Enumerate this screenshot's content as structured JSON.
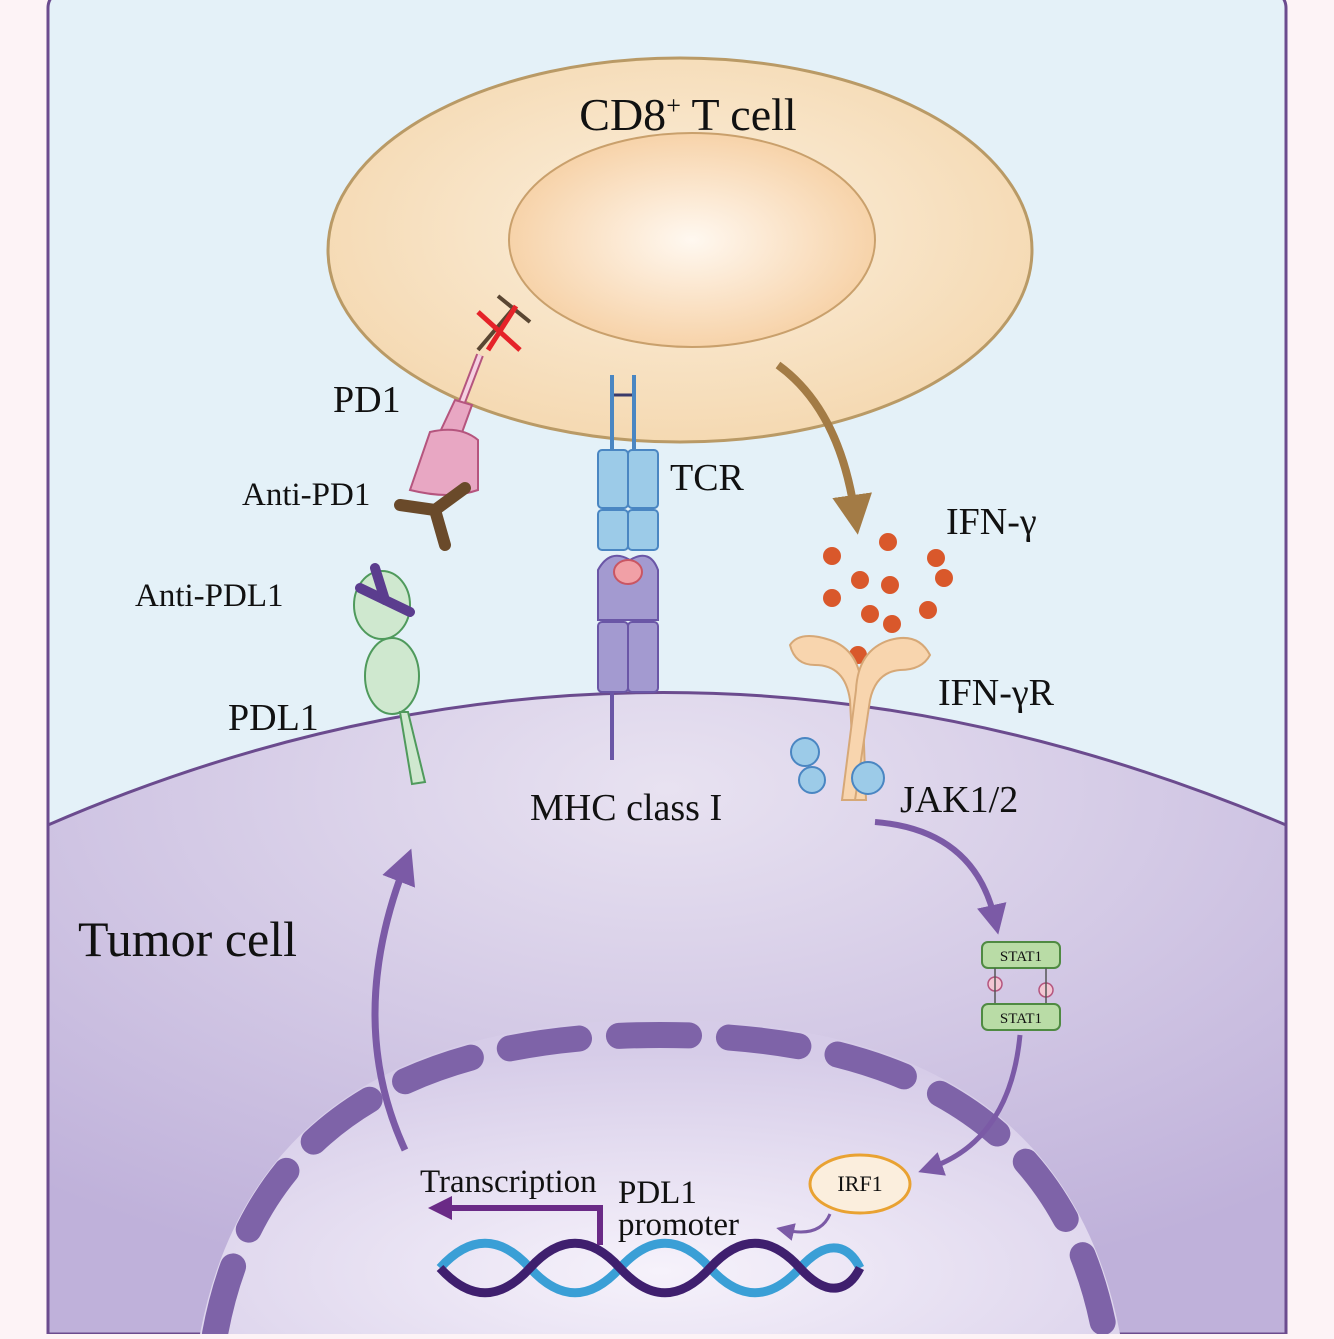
{
  "labels": {
    "t_cell": "CD8",
    "t_cell_sup": "+",
    "t_cell_rest": " T cell",
    "tumor_cell": "Tumor cell",
    "pd1": "PD1",
    "anti_pd1": "Anti-PD1",
    "anti_pdl1": "Anti-PDL1",
    "pdl1": "PDL1",
    "tcr": "TCR",
    "mhc": "MHC class I",
    "ifn_gamma": "IFN-γ",
    "ifn_gamma_r": "IFN-γR",
    "jak": "JAK1/2",
    "stat1_top": "STAT1",
    "stat1_bottom": "STAT1",
    "irf1": "IRF1",
    "transcription": "Transcription",
    "promoter_line1": "PDL1",
    "promoter_line2": "promoter"
  },
  "colors": {
    "extracellular": "#e4f1f8",
    "tcell_outer": "#f6dcb5",
    "tcell_border": "#b99a66",
    "tumor_fill": "#c9bedf",
    "arrow_purple": "#7b5aa6",
    "arrow_brown": "#a37b45",
    "ifn_dot": "#d9582b",
    "inhibit_x": "#e52329",
    "pd1_fill": "#e8a7c3",
    "pdl1_fill": "#cfe8cf",
    "tcr_fill": "#9ccbe8",
    "mhc_fill": "#a39ad0",
    "stat1_fill": "#b9dca6",
    "irf1_fill": "#fbeedd"
  }
}
